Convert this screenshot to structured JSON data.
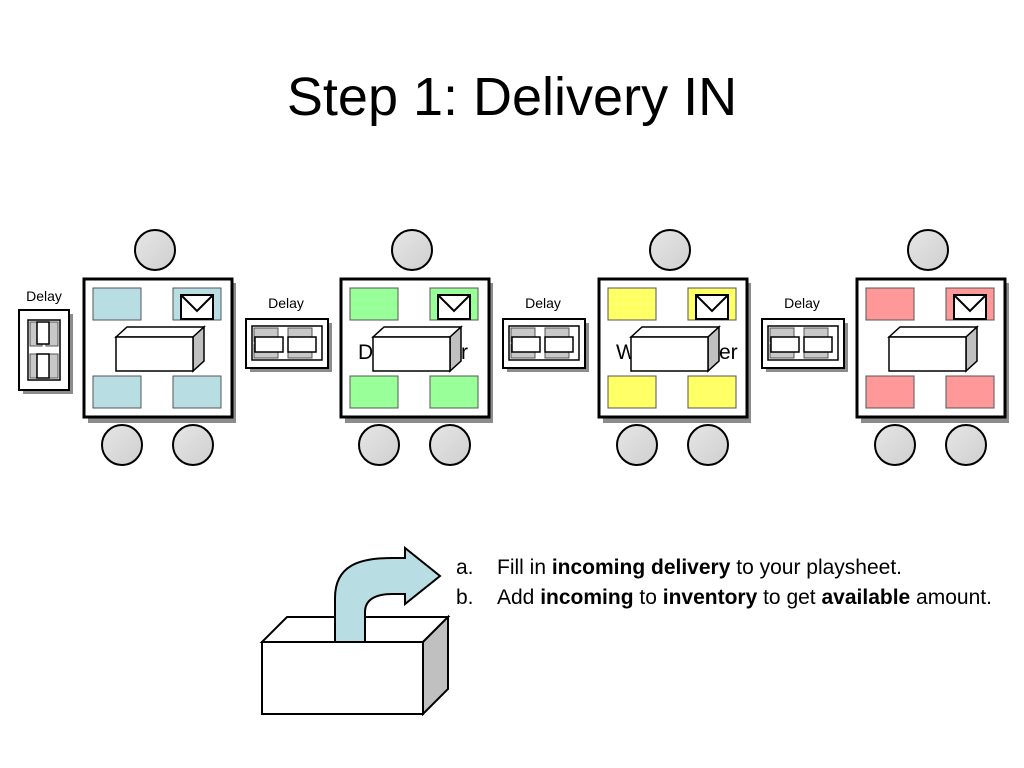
{
  "title": "Step 1: Delivery IN",
  "delay_label": "Delay",
  "colors": {
    "retailer": "#b8dde2",
    "distributor": "#99ff99",
    "wholesaler": "#ffff66",
    "factory": "#ff9999",
    "person": "#d9d9d9",
    "arrow": "#b8dde2",
    "box_side": "#c0c0c0"
  },
  "stations": [
    {
      "id": "retailer",
      "partial_left": "",
      "partial_right": ""
    },
    {
      "id": "distributor",
      "partial_left": "D",
      "partial_right": "r"
    },
    {
      "id": "wholesaler",
      "partial_left": "W",
      "partial_right": "er"
    },
    {
      "id": "factory",
      "partial_left": "",
      "partial_right": ""
    }
  ],
  "icons": [
    "person-icon",
    "envelope-icon",
    "crate-icon",
    "truck-icon",
    "delivery-arrow-icon"
  ],
  "instructions": [
    {
      "marker": "a.",
      "parts": [
        {
          "text": "Fill in ",
          "bold": false
        },
        {
          "text": "incoming delivery",
          "bold": true
        },
        {
          "text": " to your playsheet.",
          "bold": false
        }
      ]
    },
    {
      "marker": "b.",
      "parts": [
        {
          "text": "Add ",
          "bold": false
        },
        {
          "text": "incoming",
          "bold": true
        },
        {
          "text": " to ",
          "bold": false
        },
        {
          "text": "inventory",
          "bold": true
        },
        {
          "text": " to get ",
          "bold": false
        },
        {
          "text": "available",
          "bold": true
        },
        {
          "text": " amount.",
          "bold": false
        }
      ]
    }
  ]
}
